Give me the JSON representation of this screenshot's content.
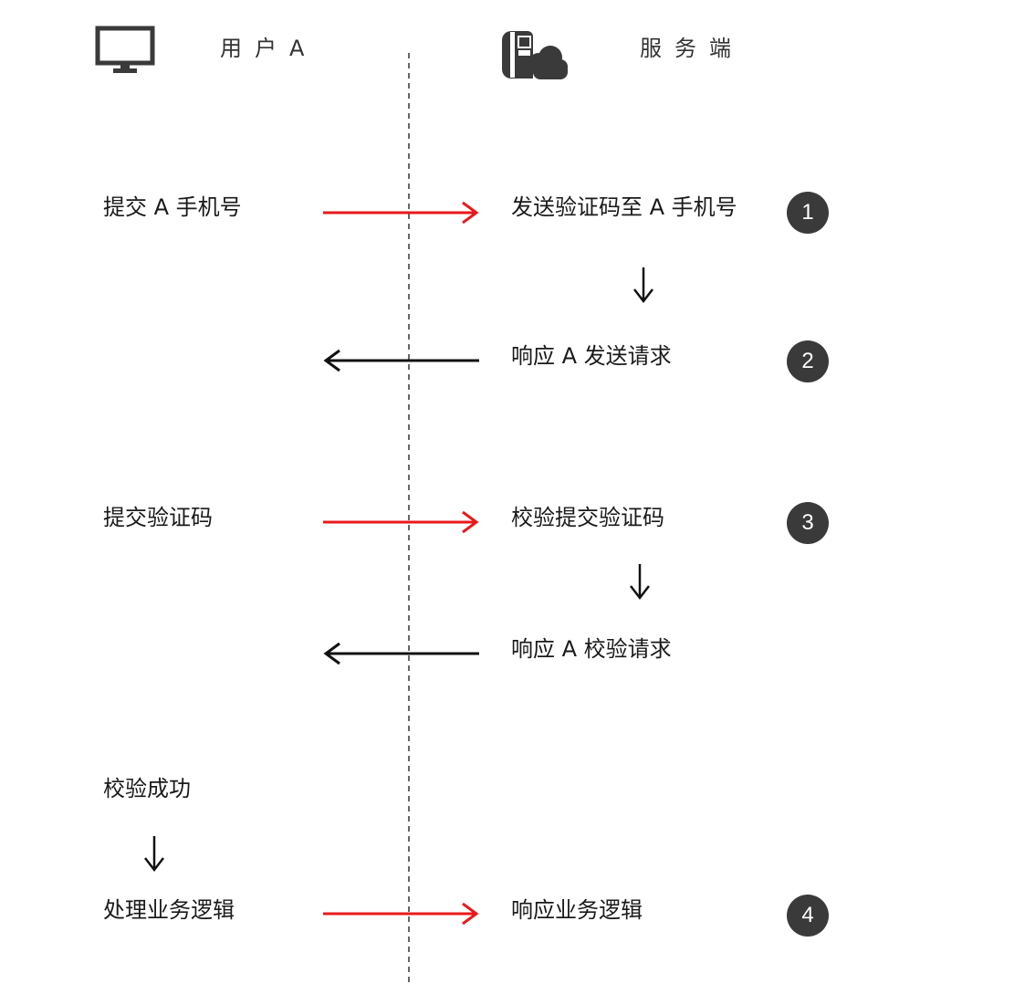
{
  "header": {
    "user_label": "用户A",
    "server_label": "服务端",
    "user_icon": "monitor-icon",
    "server_icon": "server-cloud-icon"
  },
  "colors": {
    "request_arrow": "#e8191c",
    "response_arrow": "#111111",
    "badge_bg": "#3a3a3a",
    "divider": "#333333"
  },
  "steps": {
    "s1_user": "提交 A 手机号",
    "s1_server": "发送验证码至 A 手机号",
    "s1_badge": "1",
    "s2_server": "响应 A 发送请求",
    "s2_badge": "2",
    "s3_user": "提交验证码",
    "s3_server": "校验提交验证码",
    "s3_badge": "3",
    "s3b_server": "响应 A 校验请求",
    "s4_user_a": "校验成功",
    "s4_user_b": "处理业务逻辑",
    "s4_server": "响应业务逻辑",
    "s4_badge": "4"
  }
}
